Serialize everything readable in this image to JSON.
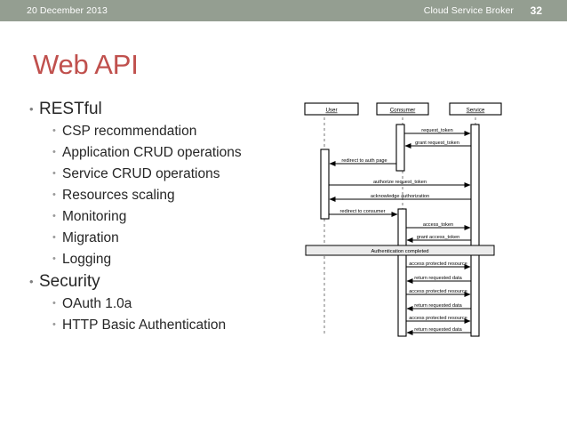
{
  "header": {
    "date": "20 December 2013",
    "title": "Cloud Service Broker",
    "page_number": "32",
    "bg_color": "#949e91"
  },
  "slide": {
    "title": "Web API",
    "title_color": "#c0504d"
  },
  "bullets": [
    {
      "label": "RESTful",
      "level": 1,
      "children": [
        "CSP recommendation",
        "Application CRUD operations",
        "Service CRUD operations",
        "Resources scaling",
        "Monitoring",
        "Migration",
        "Logging"
      ]
    },
    {
      "label": "Security",
      "level": 1,
      "children": [
        "OAuth 1.0a",
        "HTTP Basic Authentication"
      ]
    }
  ],
  "diagram": {
    "type": "uml-sequence-diagram",
    "actors": [
      {
        "name": "User"
      },
      {
        "name": "Consumer"
      },
      {
        "name": "Service"
      }
    ],
    "messages": [
      {
        "from": "Consumer",
        "to": "Service",
        "label": "request_token"
      },
      {
        "from": "Service",
        "to": "Consumer",
        "label": "grant request_token"
      },
      {
        "from": "Consumer",
        "to": "User",
        "label": "redirect to auth page"
      },
      {
        "from": "User",
        "to": "Service",
        "label": "authorize request_token"
      },
      {
        "from": "Service",
        "to": "User",
        "label": "acknowledge authorization"
      },
      {
        "from": "User",
        "to": "Consumer",
        "label": "redirect to consumer"
      },
      {
        "from": "Consumer",
        "to": "Service",
        "label": "access_token"
      },
      {
        "from": "Service",
        "to": "Consumer",
        "label": "grant access_token"
      },
      {
        "from": "Consumer",
        "to": "Service",
        "label": "access protected resource"
      },
      {
        "from": "Service",
        "to": "Consumer",
        "label": "return requested data"
      },
      {
        "from": "Consumer",
        "to": "Service",
        "label": "access protected resource"
      },
      {
        "from": "Service",
        "to": "Consumer",
        "label": "return requested data"
      },
      {
        "from": "Consumer",
        "to": "Service",
        "label": "access protected resource"
      },
      {
        "from": "Service",
        "to": "Consumer",
        "label": "return requested data"
      }
    ],
    "divider_label": "Authentication completed"
  }
}
